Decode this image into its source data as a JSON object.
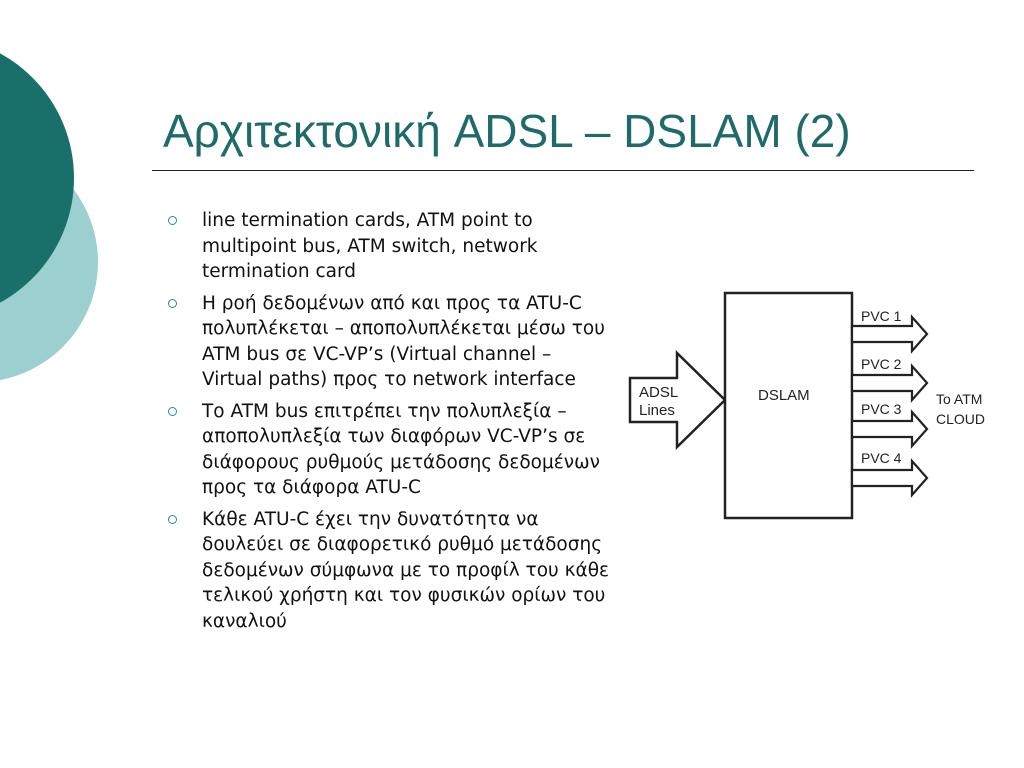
{
  "slide": {
    "title": "Αρχιτεκτονική ADSL – DSLAM (2)",
    "bullets": [
      "line termination cards, ATM point to multipoint bus, ATM switch, network termination card",
      "Η ροή δεδομένων από και προς τα ATU-C πολυπλέκεται – αποπολυπλέκεται μέσω του ATM bus σε VC-VP’s (Virtual channel – Virtual paths) προς το network interface",
      "Το ATM bus επιτρέπει την πολυπλεξία –αποπολυπλεξία των διαφόρων VC-VP’s σε διάφορους ρυθμούς μετάδοσης δεδομένων προς τα διάφορα ATU-C",
      "Κάθε ATU-C έχει την δυνατότητα να δουλεύει σε διαφορετικό ρυθμό μετάδοσης δεδομένων σύμφωνα με το προφίλ του κάθε τελικού χρήστη και τον φυσικών ορίων του καναλιού"
    ]
  },
  "theme": {
    "dark_teal": "#19706b",
    "light_teal": "#9ccfcf",
    "title_color": "#1f6b6b",
    "bullet_color": "#2a8c8c"
  },
  "diagram": {
    "input_line1": "ADSL",
    "input_line2": "Lines",
    "box_label": "DSLAM",
    "outputs": [
      "PVC 1",
      "PVC 2",
      "PVC 3",
      "PVC 4"
    ],
    "dest_line1": "To ATM",
    "dest_line2": "CLOUD"
  }
}
